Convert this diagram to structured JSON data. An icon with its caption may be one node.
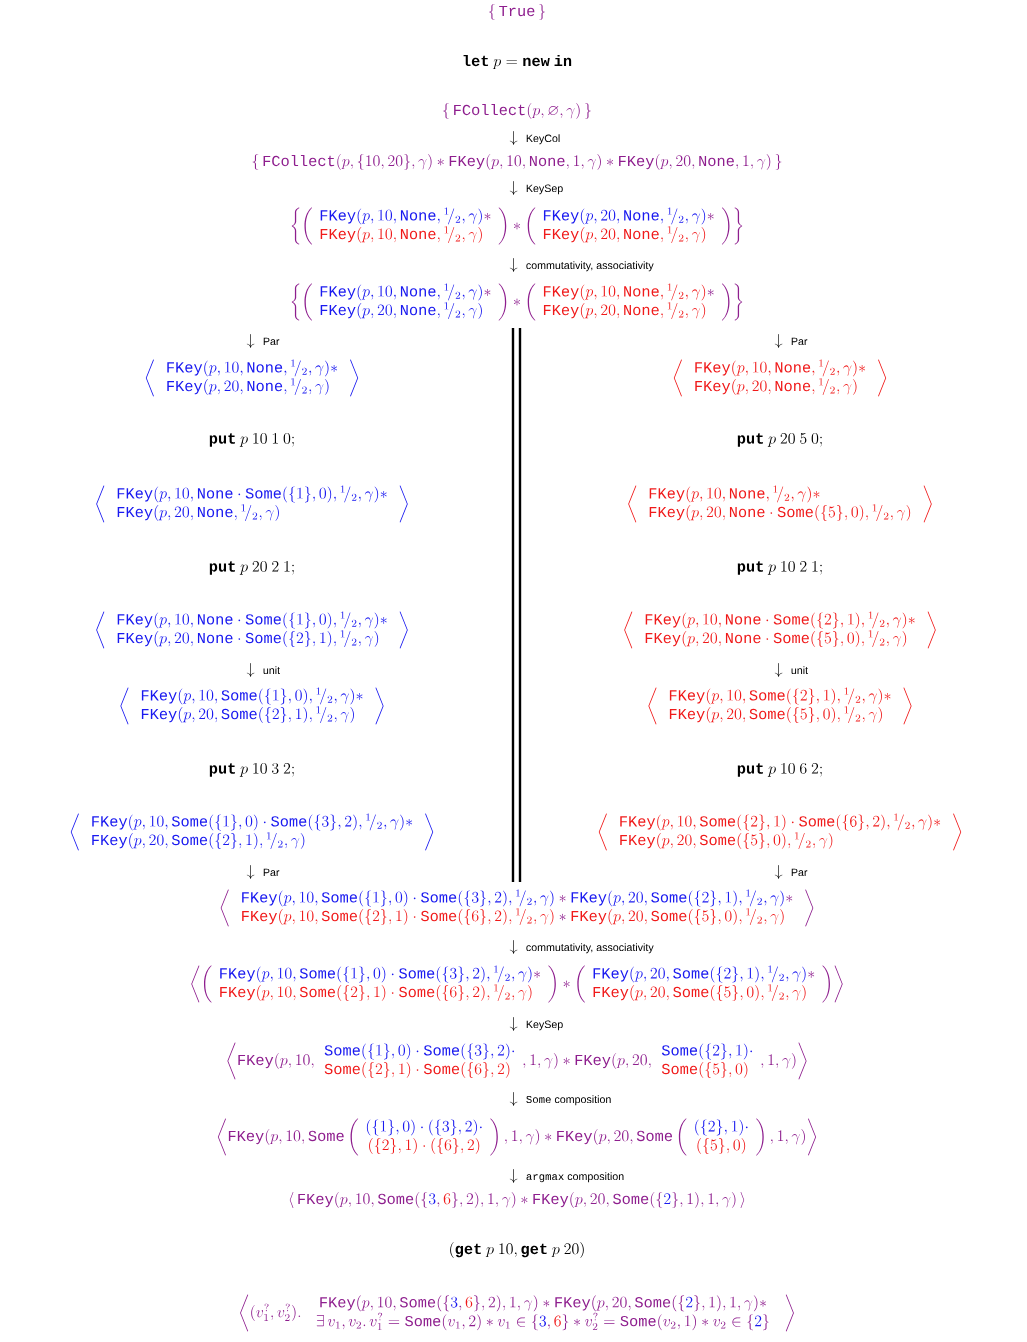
{
  "diagram": {
    "labels": [
      "\\color{cp}\\{\\,\\texttt{True}\\,\\}",
      "\\texttt{\\textbf{let}}\\ p=\\texttt{\\textbf{new}}\\ \\texttt{\\textbf{in}}",
      "\\color{cp}\\{\\,\\texttt{FCollect}(p,\\varnothing,\\gamma)\\,\\}",
      "\\downarrow\\ \\text{\\sffamily\\footnotesize KeyCol}",
      "\\color{cp}\\{\\,\\texttt{FCollect}(p,\\{10,20\\},\\gamma)\\ast\\texttt{FKey}(p,10,\\texttt{None},1,\\gamma)\\ast\\texttt{FKey}(p,20,\\texttt{None},1,\\gamma)\\,\\}",
      "\\downarrow\\ \\text{\\sffamily\\footnotesize KeySep}",
      "\\color{cp}\\left\\{\\left(\\begin{array}{l}{\\color{cb}\\texttt{FKey}(p,10,\\texttt{None},{}^{1}\\!/{}_{2},\\gamma)}\\ast\\\\{\\color{cr}\\texttt{FKey}(p,10,\\texttt{None},{}^{1}\\!/{}_{2},\\gamma)}\\end{array}\\right)\\ast\\left(\\begin{array}{l}{\\color{cb}\\texttt{FKey}(p,20,\\texttt{None},{}^{1}\\!/{}_{2},\\gamma)}\\ast\\\\{\\color{cr}\\texttt{FKey}(p,20,\\texttt{None},{}^{1}\\!/{}_{2},\\gamma)}\\end{array}\\right)\\right\\}",
      "\\downarrow\\ \\text{\\sffamily\\footnotesize commutativity, associativity}",
      "\\color{cp}\\left\\{\\left(\\begin{array}{l}{\\color{cb}\\texttt{FKey}(p,10,\\texttt{None},{}^{1}\\!/{}_{2},\\gamma)}\\ast\\\\{\\color{cb}\\texttt{FKey}(p,20,\\texttt{None},{}^{1}\\!/{}_{2},\\gamma)}\\end{array}\\right)\\ast\\left(\\begin{array}{l}{\\color{cr}\\texttt{FKey}(p,10,\\texttt{None},{}^{1}\\!/{}_{2},\\gamma)}\\ast\\\\{\\color{cr}\\texttt{FKey}(p,20,\\texttt{None},{}^{1}\\!/{}_{2},\\gamma)}\\end{array}\\right)\\right\\}",
      "\\downarrow\\ \\text{\\sffamily\\footnotesize Par}",
      "\\downarrow\\ \\text{\\sffamily\\footnotesize Par}",
      "\\color{cb}\\left\\langle\\ \\begin{array}{l}\\texttt{FKey}(p,10,\\texttt{None},{}^{1}\\!/{}_{2},\\gamma)\\ast\\\\\\texttt{FKey}(p,20,\\texttt{None},{}^{1}\\!/{}_{2},\\gamma)\\end{array}\\ \\right\\rangle",
      "\\color{cr}\\left\\langle\\ \\begin{array}{l}\\texttt{FKey}(p,10,\\texttt{None},{}^{1}\\!/{}_{2},\\gamma)\\ast\\\\\\texttt{FKey}(p,20,\\texttt{None},{}^{1}\\!/{}_{2},\\gamma)\\end{array}\\ \\right\\rangle",
      "\\texttt{\\textbf{put}}\\ p\\ 10\\ 1\\ 0;",
      "\\texttt{\\textbf{put}}\\ p\\ 20\\ 5\\ 0;",
      "\\color{cb}\\left\\langle\\ \\begin{array}{l}\\texttt{FKey}(p,10,\\texttt{None}\\cdot\\texttt{Some}(\\{1\\},0),{}^{1}\\!/{}_{2},\\gamma)\\ast\\\\\\texttt{FKey}(p,20,\\texttt{None},{}^{1}\\!/{}_{2},\\gamma)\\end{array}\\ \\right\\rangle",
      "\\color{cr}\\left\\langle\\ \\begin{array}{l}\\texttt{FKey}(p,10,\\texttt{None},{}^{1}\\!/{}_{2},\\gamma)\\ast\\\\\\texttt{FKey}(p,20,\\texttt{None}\\cdot\\texttt{Some}(\\{5\\},0),{}^{1}\\!/{}_{2},\\gamma)\\end{array}\\ \\right\\rangle",
      "\\texttt{\\textbf{put}}\\ p\\ 20\\ 2\\ 1;",
      "\\texttt{\\textbf{put}}\\ p\\ 10\\ 2\\ 1;",
      "\\color{cb}\\left\\langle\\ \\begin{array}{l}\\texttt{FKey}(p,10,\\texttt{None}\\cdot\\texttt{Some}(\\{1\\},0),{}^{1}\\!/{}_{2},\\gamma)\\ast\\\\\\texttt{FKey}(p,20,\\texttt{None}\\cdot\\texttt{Some}(\\{2\\},1),{}^{1}\\!/{}_{2},\\gamma)\\end{array}\\ \\right\\rangle",
      "\\color{cr}\\left\\langle\\ \\begin{array}{l}\\texttt{FKey}(p,10,\\texttt{None}\\cdot\\texttt{Some}(\\{2\\},1),{}^{1}\\!/{}_{2},\\gamma)\\ast\\\\\\texttt{FKey}(p,20,\\texttt{None}\\cdot\\texttt{Some}(\\{5\\},0),{}^{1}\\!/{}_{2},\\gamma)\\end{array}\\ \\right\\rangle",
      "\\downarrow\\ \\text{\\sffamily\\footnotesize unit}",
      "\\downarrow\\ \\text{\\sffamily\\footnotesize unit}",
      "\\color{cb}\\left\\langle\\ \\begin{array}{l}\\texttt{FKey}(p,10,\\texttt{Some}(\\{1\\},0),{}^{1}\\!/{}_{2},\\gamma)\\ast\\\\\\texttt{FKey}(p,20,\\texttt{Some}(\\{2\\},1),{}^{1}\\!/{}_{2},\\gamma)\\end{array}\\ \\right\\rangle",
      "\\color{cr}\\left\\langle\\ \\begin{array}{l}\\texttt{FKey}(p,10,\\texttt{Some}(\\{2\\},1),{}^{1}\\!/{}_{2},\\gamma)\\ast\\\\\\texttt{FKey}(p,20,\\texttt{Some}(\\{5\\},0),{}^{1}\\!/{}_{2},\\gamma)\\end{array}\\ \\right\\rangle",
      "\\texttt{\\textbf{put}}\\ p\\ 10\\ 3\\ 2;",
      "\\texttt{\\textbf{put}}\\ p\\ 10\\ 6\\ 2;",
      "\\color{cb}\\left\\langle\\ \\begin{array}{l}\\texttt{FKey}(p,10,\\texttt{Some}(\\{1\\},0)\\cdot\\texttt{Some}(\\{3\\},2),{}^{1}\\!/{}_{2},\\gamma)\\ast\\\\\\texttt{FKey}(p,20,\\texttt{Some}(\\{2\\},1),{}^{1}\\!/{}_{2},\\gamma)\\end{array}\\ \\right\\rangle",
      "\\color{cr}\\left\\langle\\ \\begin{array}{l}\\texttt{FKey}(p,10,\\texttt{Some}(\\{2\\},1)\\cdot\\texttt{Some}(\\{6\\},2),{}^{1}\\!/{}_{2},\\gamma)\\ast\\\\\\texttt{FKey}(p,20,\\texttt{Some}(\\{5\\},0),{}^{1}\\!/{}_{2},\\gamma)\\end{array}\\ \\right\\rangle",
      "\\downarrow\\ \\text{\\sffamily\\footnotesize Par}",
      "\\downarrow\\ \\text{\\sffamily\\footnotesize Par}",
      "\\color{cp}\\left\\langle\\ \\begin{array}{l}{\\color{cb}\\texttt{FKey}(p,10,\\texttt{Some}(\\{1\\},0)\\cdot\\texttt{Some}(\\{3\\},2),{}^{1}\\!/{}_{2},\\gamma)}\\ast{\\color{cb}\\texttt{FKey}(p,20,\\texttt{Some}(\\{2\\},1),{}^{1}\\!/{}_{2},\\gamma)}\\ast\\\\{\\color{cr}\\texttt{FKey}(p,10,\\texttt{Some}(\\{2\\},1)\\cdot\\texttt{Some}(\\{6\\},2),{}^{1}\\!/{}_{2},\\gamma)}\\ast{\\color{cr}\\texttt{FKey}(p,20,\\texttt{Some}(\\{5\\},0),{}^{1}\\!/{}_{2},\\gamma)}\\end{array}\\ \\right\\rangle",
      "\\downarrow\\ \\text{\\sffamily\\footnotesize commutativity, associativity}",
      "\\color{cp}\\left\\langle\\left(\\begin{array}{l}{\\color{cb}\\texttt{FKey}(p,10,\\texttt{Some}(\\{1\\},0)\\cdot\\texttt{Some}(\\{3\\},2),{}^{1}\\!/{}_{2},\\gamma)}\\ast\\\\{\\color{cr}\\texttt{FKey}(p,10,\\texttt{Some}(\\{2\\},1)\\cdot\\texttt{Some}(\\{6\\},2),{}^{1}\\!/{}_{2},\\gamma)}\\end{array}\\right)\\ast\\left(\\begin{array}{l}{\\color{cb}\\texttt{FKey}(p,20,\\texttt{Some}(\\{2\\},1),{}^{1}\\!/{}_{2},\\gamma)}\\ast\\\\{\\color{cr}\\texttt{FKey}(p,20,\\texttt{Some}(\\{5\\},0),{}^{1}\\!/{}_{2},\\gamma)}\\end{array}\\right)\\right\\rangle",
      "\\downarrow\\ \\text{\\sffamily\\footnotesize KeySep}",
      "\\color{cp}\\left\\langle\\texttt{FKey}(p,10,\\begin{array}{l}{\\color{cb}\\texttt{Some}(\\{1\\},0)\\cdot\\texttt{Some}(\\{3\\},2)\\cdot}\\\\{\\color{cr}\\texttt{Some}(\\{2\\},1)\\cdot\\texttt{Some}(\\{6\\},2)}\\end{array},1,\\gamma)\\ast\\texttt{FKey}(p,20,\\begin{array}{l}{\\color{cb}\\texttt{Some}(\\{2\\},1)\\cdot}\\\\{\\color{cr}\\texttt{Some}(\\{5\\},0)}\\end{array},1,\\gamma)\\right\\rangle",
      "\\downarrow\\ \\text{\\footnotesize\\texttt{Some}\\sffamily\\ composition}",
      "\\color{cp}\\left\\langle\\texttt{FKey}(p,10,\\texttt{Some}\\left(\\begin{array}{c}{\\color{cb}(\\{1\\},0)\\cdot(\\{3\\},2)\\cdot}\\\\{\\color{cr}(\\{2\\},1)\\cdot(\\{6\\},2)}\\end{array}\\right),1,\\gamma)\\ast\\texttt{FKey}(p,20,\\texttt{Some}\\left(\\begin{array}{c}{\\color{cb}(\\{2\\},1)\\cdot}\\\\{\\color{cr}(\\{5\\},0)}\\end{array}\\right),1,\\gamma)\\right\\rangle",
      "\\downarrow\\ \\text{\\footnotesize\\texttt{argmax}\\sffamily\\ composition}",
      "\\color{cp}\\langle\\,\\texttt{FKey}(p,10,\\texttt{Some}(\\{{\\color{cb}3},{\\color{cr}6}\\},2),1,\\gamma)\\ast\\texttt{FKey}(p,20,\\texttt{Some}(\\{{\\color{cb}2}\\},1),1,\\gamma)\\,\\rangle",
      "(\\texttt{\\textbf{get}}\\ p\\ 10,\\texttt{\\textbf{get}}\\ p\\ 20)",
      "\\color{cp}\\left\\langle(v_1^?,v_2^?).\\ \\ \\begin{array}{c}\\texttt{FKey}(p,10,\\texttt{Some}(\\{{\\color{cb}3},{\\color{cr}6}\\},2),1,\\gamma)\\ast\\texttt{FKey}(p,20,\\texttt{Some}(\\{{\\color{cb}2}\\},1),1,\\gamma)\\ast\\\\\\exists\\,v_1,v_2.\\,v_1^?=\\texttt{Some}(v_1,2)\\ast v_1\\in\\{{\\color{cb}3},{\\color{cr}6}\\}\\ast v_2^?=\\texttt{Some}(v_2,1)\\ast v_2\\in\\{{\\color{cb}2}\\}\\end{array}\\ \\ \\right\\rangle"
    ]
  }
}
